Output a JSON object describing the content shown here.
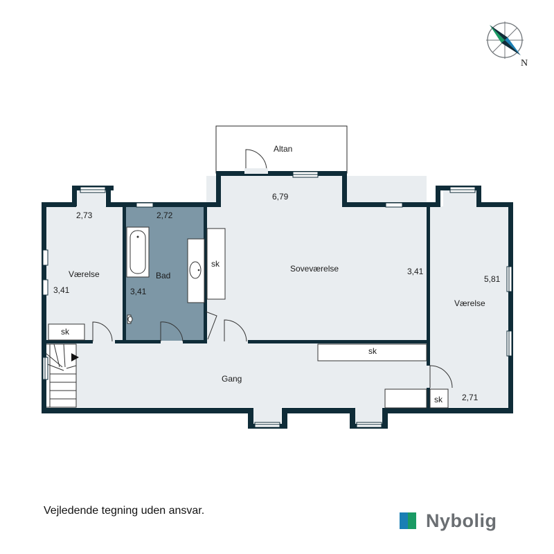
{
  "compass": {
    "label": "N",
    "icon": "north-arrow-icon"
  },
  "rooms": {
    "altan": "Altan",
    "vaerelse_left": "Værelse",
    "bad": "Bad",
    "sovevaerelse": "Soveværelse",
    "vaerelse_right": "Værelse",
    "gang": "Gang"
  },
  "storage": {
    "sk_left": "sk",
    "sk_bath": "sk",
    "sk_hall": "sk",
    "sk_right": "sk"
  },
  "dimensions": {
    "left_top": "2,73",
    "left_side": "3,41",
    "bad_top": "2,72",
    "bad_side": "3,41",
    "sove_top": "6,79",
    "sove_side": "3,41",
    "right_side": "5,81",
    "right_bottom": "2,71"
  },
  "colors": {
    "wall": "#0f2c38",
    "floor": "#e9edf0",
    "bathroom": "#7d97a6",
    "window_fill": "#ffffff"
  },
  "footer": {
    "disclaimer": "Vejledende tegning uden ansvar.",
    "brand": "Nybolig"
  }
}
